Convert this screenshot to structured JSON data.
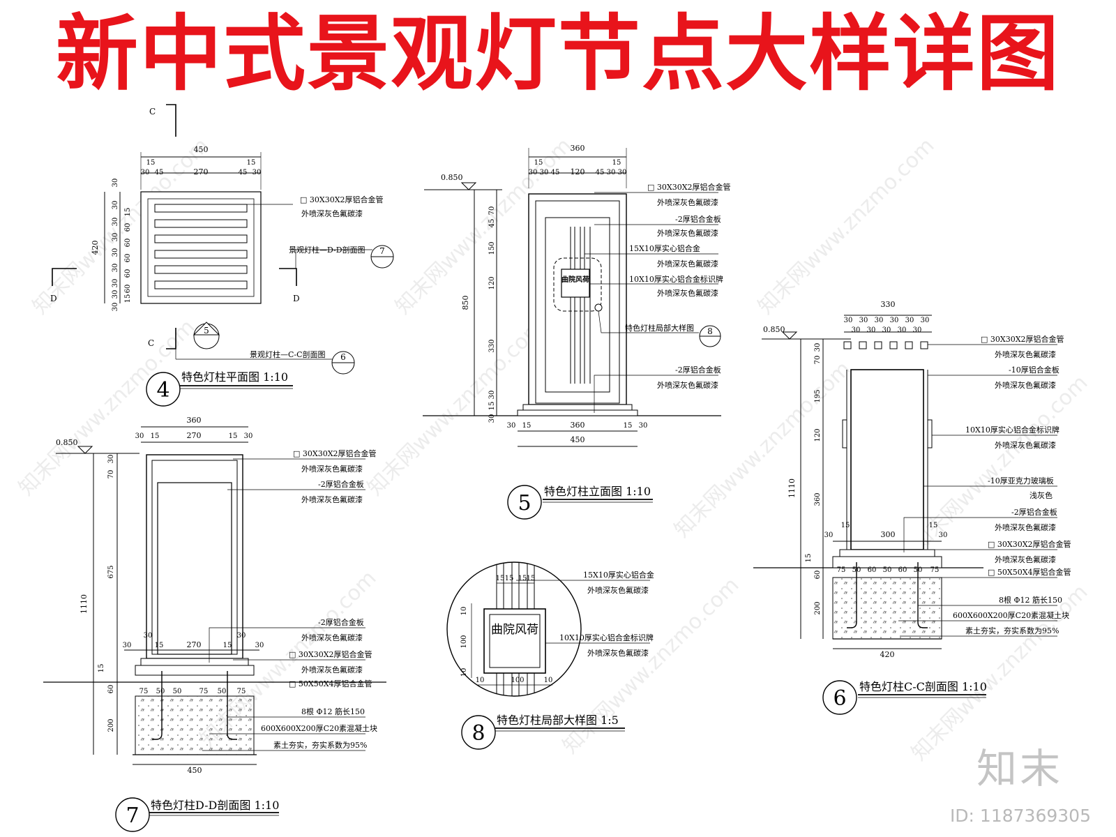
{
  "title": "新中式景观灯节点大样详图",
  "brand": {
    "logo": "知末",
    "id": "ID: 1187369305",
    "watermark": "知末网www.znzmo.com"
  },
  "colors": {
    "title": "#e8141b",
    "line": "#000000",
    "watermark": "#9a9a9a"
  },
  "icons": [
    "section-marker-icon",
    "detail-callout-icon",
    "level-marker-icon",
    "concrete-hatch"
  ],
  "views": {
    "plan": {
      "number": "4",
      "title": "特色灯柱平面图 1:10",
      "dims_top": [
        "450",
        "15",
        "15",
        "30",
        "45",
        "270",
        "45",
        "30"
      ],
      "dims_left": [
        "420",
        "30",
        "30",
        "15",
        "30",
        "60",
        "30",
        "60",
        "30",
        "60",
        "30",
        "60",
        "30",
        "60",
        "30",
        "15",
        "30"
      ],
      "section_c": "C",
      "section_d": "D",
      "ref_dd": "景观灯柱—D-D剖面图",
      "ref_dd_num": "7",
      "ref_cc": "景观灯柱—C-C剖面图",
      "ref_cc_num": "6",
      "ref_elev_num": "5",
      "notes": [
        {
          "spec": "□ 30X30X2厚铝合金管",
          "finish": "外喷深灰色氟碳漆"
        }
      ]
    },
    "elevation": {
      "number": "5",
      "title": "特色灯柱立面图 1:10",
      "level": "0.850",
      "dims_top": [
        "360",
        "15",
        "15",
        "30",
        "30",
        "45",
        "120",
        "45",
        "30",
        "30"
      ],
      "dims_left": [
        "850",
        "70",
        "45",
        "150",
        "120",
        "330",
        "30",
        "15",
        "30"
      ],
      "dims_bottom": [
        "30",
        "15",
        "360",
        "15",
        "30",
        "450"
      ],
      "plaque": "曲院风荷",
      "notes": [
        {
          "spec": "□ 30X30X2厚铝合金管",
          "finish": "外喷深灰色氟碳漆"
        },
        {
          "spec": "-2厚铝合金板",
          "finish": "外喷深灰色氟碳漆"
        },
        {
          "spec": "15X10厚实心铝合金",
          "finish": "外喷深灰色氟碳漆"
        },
        {
          "spec": "10X10厚实心铝合金标识牌",
          "finish": "外喷深灰色氟碳漆"
        },
        {
          "spec": "特色灯柱局部大样图",
          "finish": ""
        },
        {
          "spec": "-2厚铝合金板",
          "finish": "外喷深灰色氟碳漆"
        }
      ],
      "ref_detail_num": "8"
    },
    "section_cc": {
      "number": "6",
      "title": "特色灯柱C-C剖面图 1:10",
      "level": "0.850",
      "dims_top": [
        "330",
        "30",
        "30",
        "30",
        "30",
        "30",
        "30",
        "30",
        "30",
        "30",
        "30",
        "30"
      ],
      "dims_left": [
        "1110",
        "30",
        "70",
        "195",
        "120",
        "360",
        "15",
        "60",
        "200"
      ],
      "dims_mid": [
        "30",
        "15",
        "300",
        "15",
        "30"
      ],
      "dims_rebar": [
        "75",
        "50",
        "60",
        "50",
        "60",
        "50",
        "75"
      ],
      "dims_bottom": [
        "420"
      ],
      "notes": [
        {
          "spec": "□ 30X30X2厚铝合金管",
          "finish": "外喷深灰色氟碳漆"
        },
        {
          "spec": "-10厚铝合金板",
          "finish": "外喷深灰色氟碳漆"
        },
        {
          "spec": "10X10厚实心铝合金标识牌",
          "finish": "外喷深灰色氟碳漆"
        },
        {
          "spec": "-10厚亚克力玻璃板",
          "finish": "浅灰色"
        },
        {
          "spec": "-2厚铝合金板",
          "finish": "外喷深灰色氟碳漆"
        },
        {
          "spec": "□ 30X30X2厚铝合金管",
          "finish": "外喷深灰色氟碳漆"
        },
        {
          "spec": "□ 50X50X4厚铝合金管",
          "finish": ""
        },
        {
          "spec": "8根 Φ12 筋长150",
          "finish": ""
        },
        {
          "spec": "600X600X200厚C20素混凝土块",
          "finish": ""
        },
        {
          "spec": "素土夯实，夯实系数为95%",
          "finish": ""
        }
      ]
    },
    "section_dd": {
      "number": "7",
      "title": "特色灯柱D-D剖面图 1:10",
      "level": "0.850",
      "dims_top": [
        "360",
        "30",
        "15",
        "270",
        "15",
        "30"
      ],
      "dims_left": [
        "1110",
        "30",
        "70",
        "675",
        "15",
        "60",
        "200"
      ],
      "dims_mid": [
        "30",
        "30",
        "15",
        "270",
        "15",
        "30",
        "30"
      ],
      "dims_rebar": [
        "75",
        "50",
        "50",
        "75",
        "50",
        "75"
      ],
      "dims_bottom": [
        "450"
      ],
      "notes": [
        {
          "spec": "□ 30X30X2厚铝合金管",
          "finish": "外喷深灰色氟碳漆"
        },
        {
          "spec": "-2厚铝合金板",
          "finish": "外喷深灰色氟碳漆"
        },
        {
          "spec": "-2厚铝合金板",
          "finish": "外喷深灰色氟碳漆"
        },
        {
          "spec": "□ 30X30X2厚铝合金管",
          "finish": "外喷深灰色氟碳漆"
        },
        {
          "spec": "□ 50X50X4厚铝合金管",
          "finish": ""
        },
        {
          "spec": "8根 Φ12 筋长150",
          "finish": ""
        },
        {
          "spec": "600X600X200厚C20素混凝土块",
          "finish": ""
        },
        {
          "spec": "素土夯实，夯实系数为95%",
          "finish": ""
        }
      ]
    },
    "detail": {
      "number": "8",
      "title": "特色灯柱局部大样图 1:5",
      "plaque": "曲院风荷",
      "dims_top": [
        "15",
        "15",
        "15",
        "15"
      ],
      "dims_left": [
        "10",
        "100",
        "10"
      ],
      "dims_bottom": [
        "10",
        "100",
        "10"
      ],
      "notes": [
        {
          "spec": "15X10厚实心铝合金",
          "finish": "外喷深灰色氟碳漆"
        },
        {
          "spec": "10X10厚实心铝合金标识牌",
          "finish": "外喷深灰色氟碳漆"
        }
      ]
    }
  }
}
